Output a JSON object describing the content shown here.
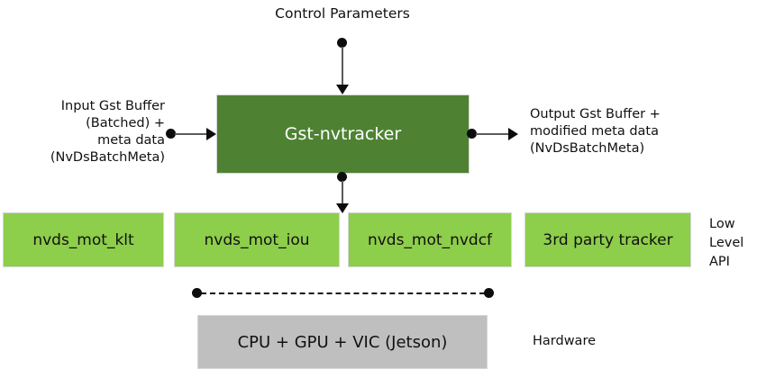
{
  "diagram": {
    "title_top": "Control Parameters",
    "main_block": {
      "label": "Gst-nvtracker",
      "color": "#4E8232"
    },
    "input_label": "Input Gst Buffer\n(Batched) +\nmeta data\n(NvDsBatchMeta)",
    "output_label": "Output Gst Buffer +\nmodified meta data\n(NvDsBatchMeta)",
    "low_level": {
      "tier_label": "Low\nLevel\nAPI",
      "color": "#8DCE4A",
      "blocks": [
        {
          "label": "nvds_mot_klt"
        },
        {
          "label": "nvds_mot_iou"
        },
        {
          "label": "nvds_mot_nvdcf"
        },
        {
          "label": "3rd party tracker"
        }
      ]
    },
    "hardware": {
      "label": "CPU + GPU + VIC (Jetson)",
      "tier_label": "Hardware",
      "color": "#BFBFBF"
    }
  }
}
